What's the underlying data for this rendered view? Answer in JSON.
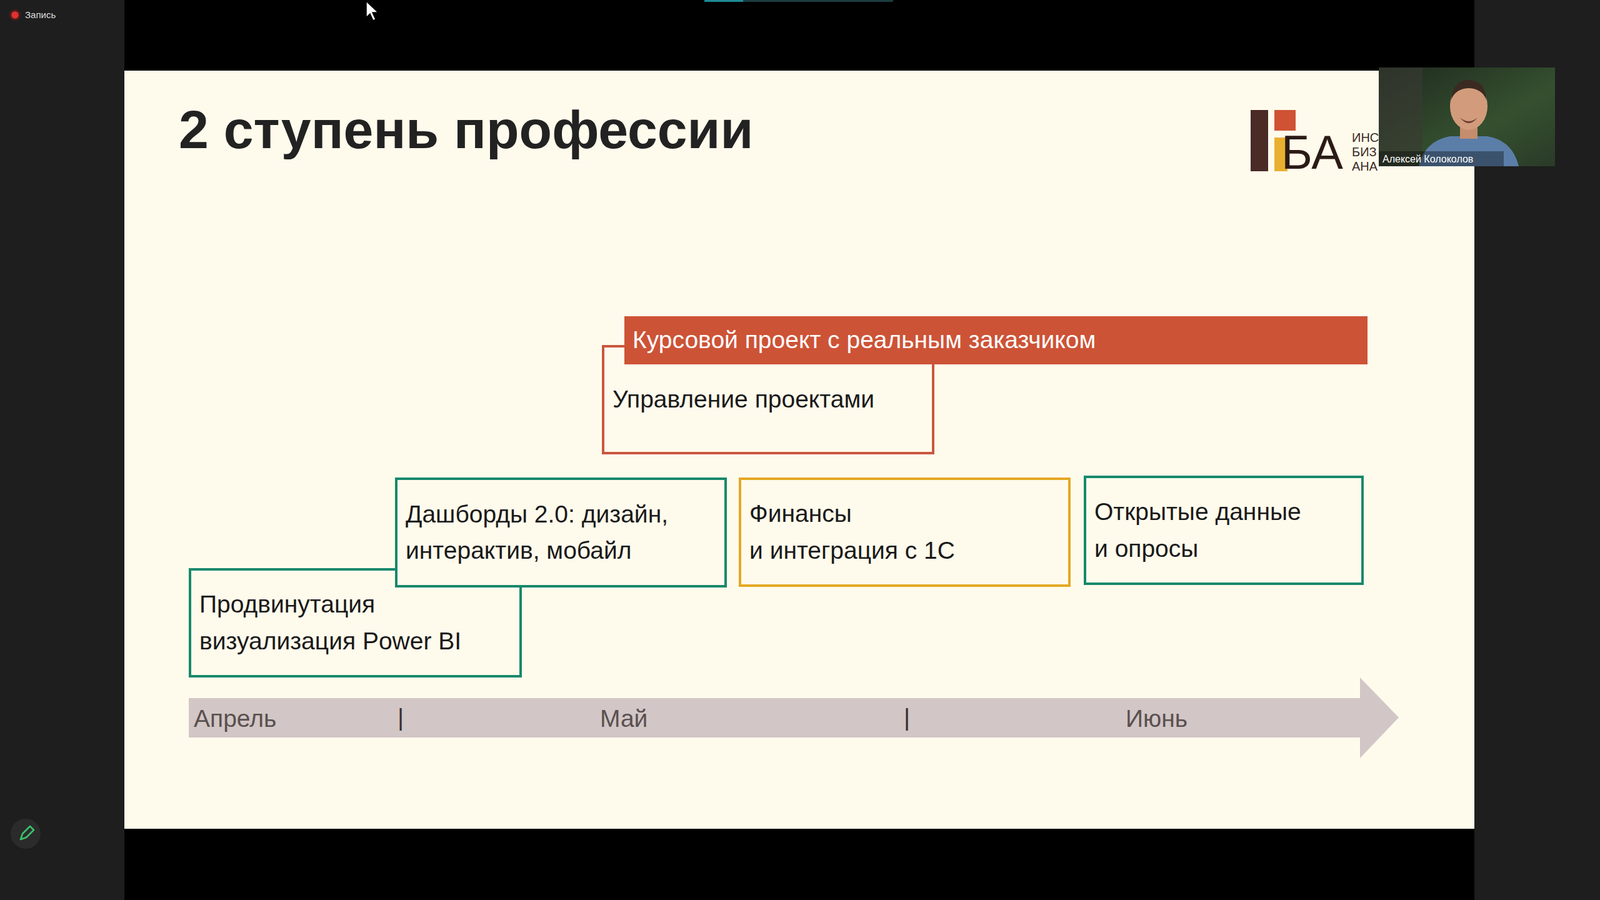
{
  "diagram": {
    "title": "2 ступень профессии",
    "nodes": [
      {
        "text": [
          "Курсовой проект с реальным заказчиком"
        ]
      },
      {
        "text": [
          "Управление проектами"
        ]
      },
      {
        "text": [
          "Дашборды 2.0: дизайн, интерактив, мобайл"
        ]
      },
      {
        "text": [
          "Финансы и интеграция с 1С"
        ]
      },
      {
        "text": [
          "Открытые данные и опросы"
        ]
      },
      {
        "text": [
          "Продвинутация визуализация Power BI"
        ]
      }
    ],
    "labels": [
      "Апрель",
      "|",
      "Май",
      "|",
      "Июнь",
      "БА",
      "ИНС",
      "БИЗ",
      "АНА",
      "Алексей Колоколов",
      "Запись"
    ]
  }
}
